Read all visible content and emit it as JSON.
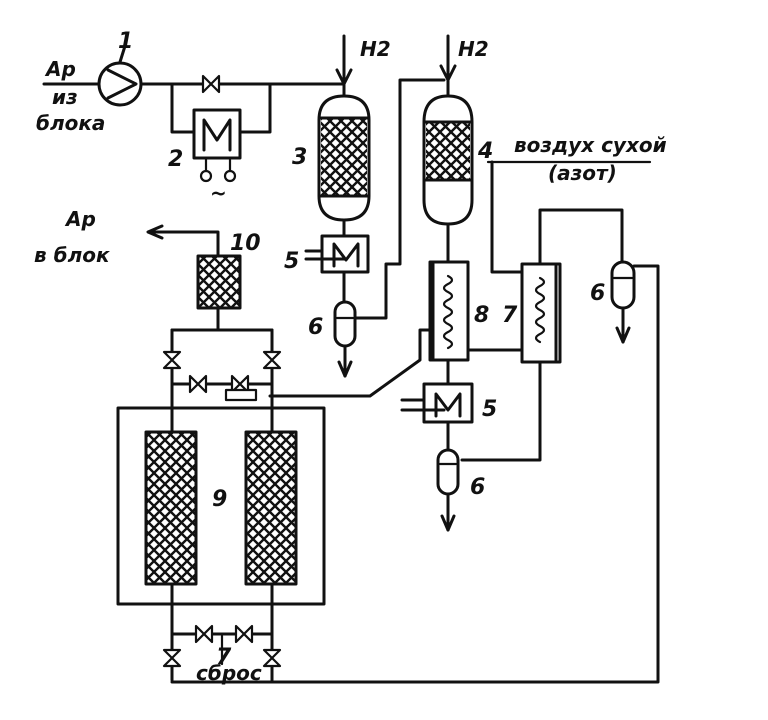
{
  "labels": {
    "ar_in_line1": "Ар",
    "ar_in_line2": "из",
    "ar_in_line3": "блока",
    "h2_left": "H2",
    "h2_right": "H2",
    "air_line1": "воздух сухой",
    "air_line2": "(азот)",
    "ar_out_line1": "Ар",
    "ar_out_line2": "в блок",
    "discharge": "сброс",
    "heater_symbol": "~"
  },
  "numbers": {
    "n1_compressor": "1",
    "n2_heater": "2",
    "n3_reactor": "3",
    "n4_reactor": "4",
    "n5_cooler_left": "5",
    "n5_cooler_right": "5",
    "n6_separator_left": "6",
    "n6_separator_right": "6",
    "n6_separator_bottom": "6",
    "n7_exchanger": "7",
    "n8_exchanger": "8",
    "n9_adsorbers": "9",
    "n10_filter": "10",
    "n7_discharge": "7"
  }
}
